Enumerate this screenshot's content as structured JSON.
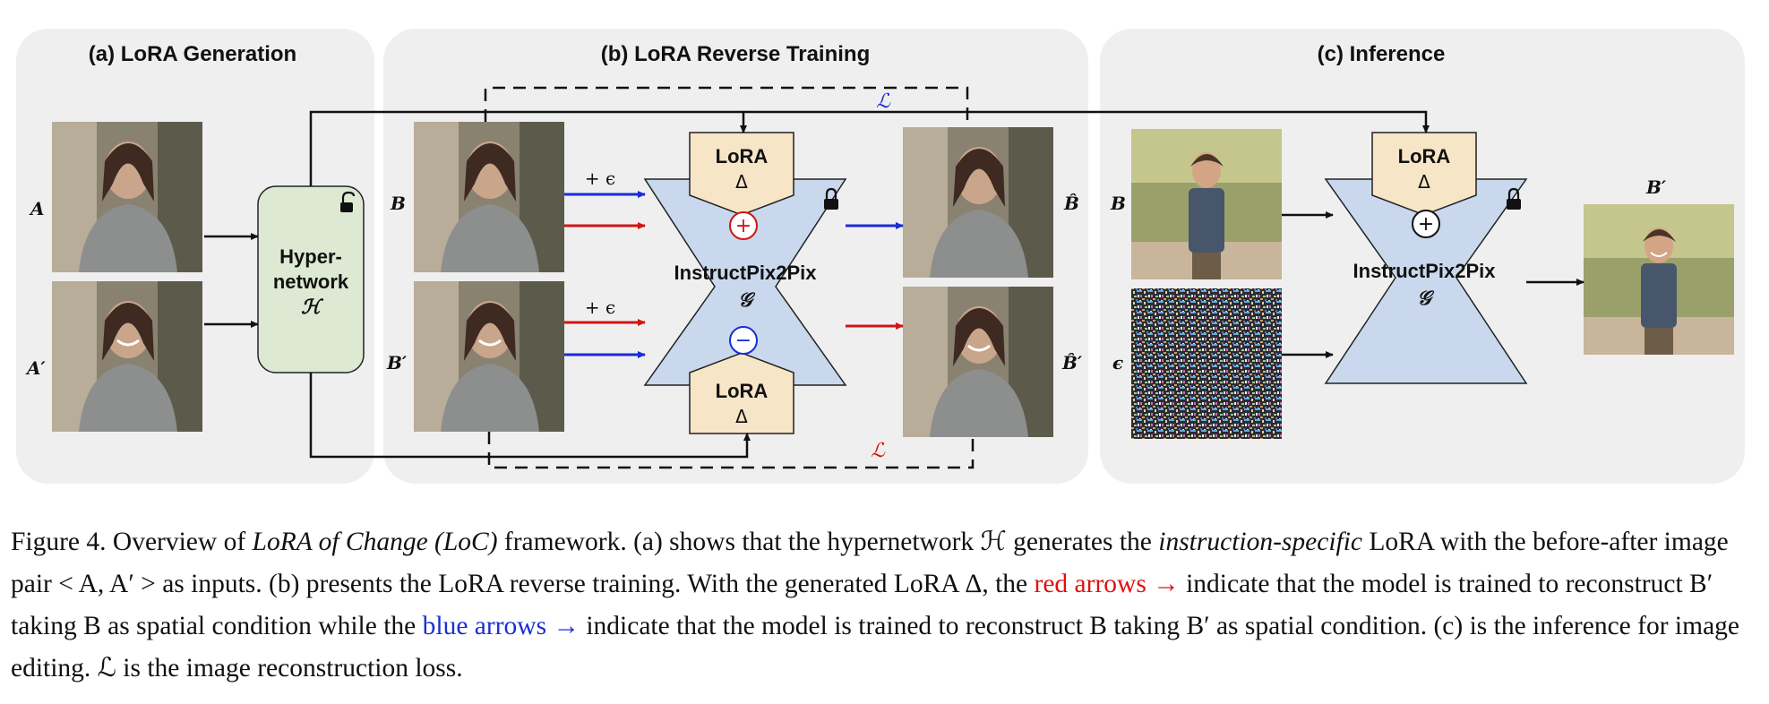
{
  "panels": {
    "a": {
      "title": "(a) LoRA Generation"
    },
    "b": {
      "title": "(b) LoRA Reverse Training"
    },
    "c": {
      "title": "(c) Inference"
    }
  },
  "labels": {
    "A": "A",
    "A_prime": "A′",
    "B": "B",
    "B_prime": "B′",
    "B_hat": "B̂",
    "B_prime_hat": "B̂′",
    "eps": "ϵ",
    "plus_eps": "+ ϵ",
    "loss": "ℒ"
  },
  "hypernetwork": {
    "line1": "Hyper-",
    "line2": "network",
    "symbol": "ℋ"
  },
  "lora": {
    "title": "LoRA",
    "delta": "Δ"
  },
  "model": {
    "name": "InstructPix2Pix",
    "symbol": "𝒢"
  },
  "ops": {
    "plus": "+",
    "minus": "−"
  },
  "caption": {
    "p1": "Figure 4.  Overview of ",
    "p2": "LoRA of Change (LoC)",
    "p3": " framework.  (a) shows that the hypernetwork ℋ generates the ",
    "p4": "instruction-specific",
    "p5": " LoRA with the before-after image pair < A, A′ > as inputs. (b) presents the LoRA reverse training. With the generated LoRA Δ, the ",
    "red": "red arrows →",
    "p6": " indicate that the model is trained to reconstruct B′ taking B as spatial condition while the ",
    "blue": "blue arrows →",
    "p7": " indicate that the model is trained to reconstruct B taking B′ as spatial condition. (c) is the inference for image editing. ℒ is the image reconstruction loss."
  },
  "colors": {
    "panel_bg": "#efefef",
    "hypernet": "#dde9d3",
    "lora": "#f7e5c7",
    "model": "#c9d8ec",
    "red": "#d01515",
    "blue": "#1a2bd8"
  }
}
